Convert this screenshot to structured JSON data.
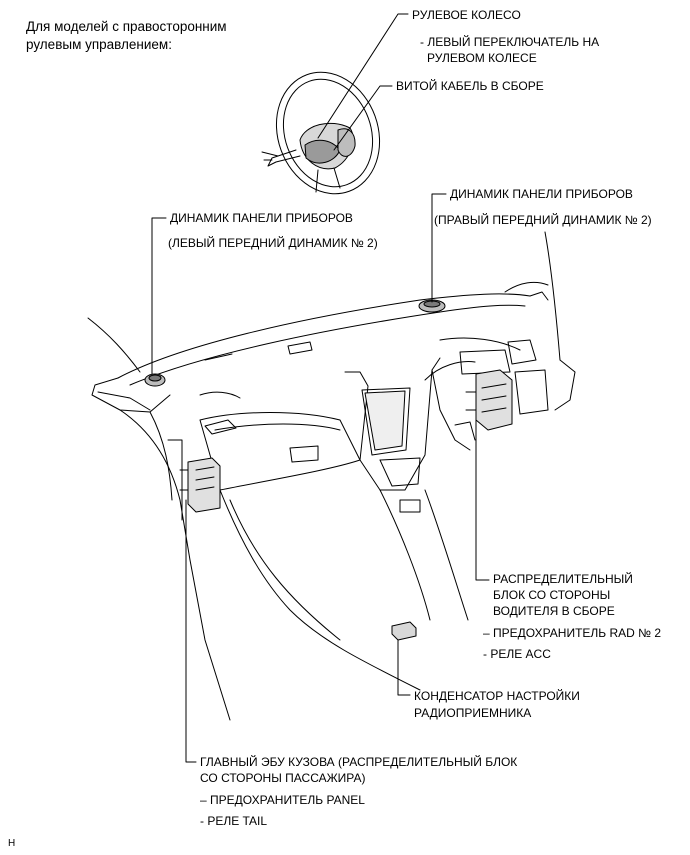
{
  "header": {
    "line1": "Для моделей с правосторонним",
    "line2": "рулевым управлением:"
  },
  "labels": {
    "steering_wheel": "РУЛЕВОЕ КОЛЕСО",
    "steering_switch_line1": "- ЛЕВЫЙ ПЕРЕКЛЮЧАТЕЛЬ НА",
    "steering_switch_line2": "РУЛЕВОМ КОЛЕСЕ",
    "spiral_cable": "ВИТОЙ КАБЕЛЬ В СБОРЕ",
    "speaker_right": "ДИНАМИК ПАНЕЛИ ПРИБОРОВ",
    "speaker_right_sub": "(ПРАВЫЙ ПЕРЕДНИЙ ДИНАМИК № 2)",
    "speaker_left": "ДИНАМИК ПАНЕЛИ ПРИБОРОВ",
    "speaker_left_sub": "(ЛЕВЫЙ ПЕРЕДНИЙ ДИНАМИК № 2)",
    "junction_driver_line1": "РАСПРЕДЕЛИТЕЛЬНЫЙ",
    "junction_driver_line2": "БЛОК СО СТОРОНЫ",
    "junction_driver_line3": "ВОДИТЕЛЯ В СБОРЕ",
    "fuse_rad": "– ПРЕДОХРАНИТЕЛЬ RAD № 2",
    "relay_acc": "- РЕЛЕ ACC",
    "condenser_line1": "КОНДЕНСАТОР НАСТРОЙКИ",
    "condenser_line2": "РАДИОПРИЕМНИКА",
    "body_ecu_line1": "ГЛАВНЫЙ ЭБУ КУЗОВА (РАСПРЕДЕЛИТЕЛЬНЫЙ БЛОК",
    "body_ecu_line2": "СО СТОРОНЫ ПАССАЖИРА)",
    "fuse_panel": "– ПРЕДОХРАНИТЕЛЬ PANEL",
    "relay_tail": "- РЕЛЕ TAIL"
  },
  "footer": {
    "code": "H"
  }
}
